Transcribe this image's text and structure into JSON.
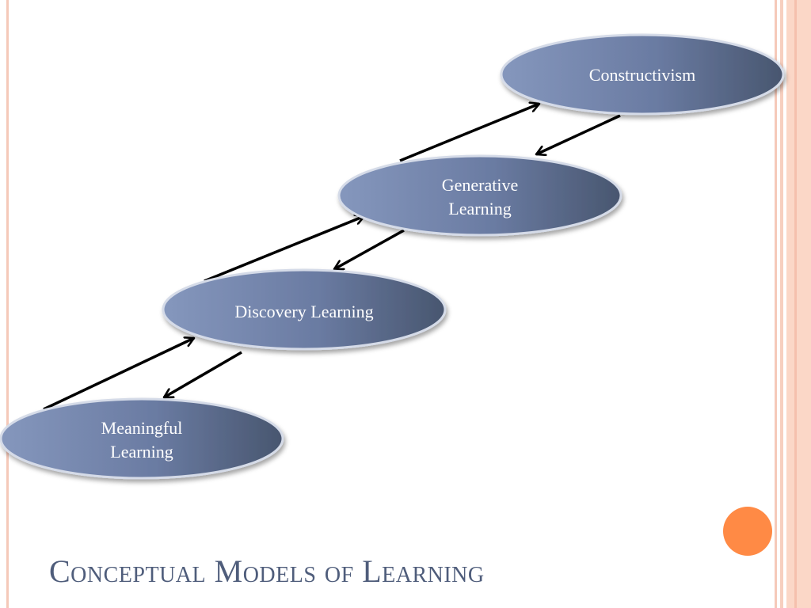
{
  "slide": {
    "title": "Conceptual Models of Learning"
  },
  "diagram": {
    "nodes": [
      {
        "id": "constructivism",
        "label": "Constructivism"
      },
      {
        "id": "generative",
        "label": "Generative\nLearning"
      },
      {
        "id": "discovery",
        "label": "Discovery Learning"
      },
      {
        "id": "meaningful",
        "label": "Meaningful\nLearning"
      }
    ],
    "edges": [
      {
        "from": "meaningful",
        "to": "discovery"
      },
      {
        "from": "discovery",
        "to": "meaningful"
      },
      {
        "from": "discovery",
        "to": "generative"
      },
      {
        "from": "generative",
        "to": "discovery"
      },
      {
        "from": "generative",
        "to": "constructivism"
      },
      {
        "from": "constructivism",
        "to": "generative"
      }
    ]
  },
  "colors": {
    "node_fill_light": "#8092b8",
    "node_fill_dark": "#4a5878",
    "node_border": "#d5dbe8",
    "title": "#4f5d7b",
    "accent_dot": "#ff8a45",
    "border_stripe": "#f6c8b8",
    "arrow": "#000000"
  }
}
